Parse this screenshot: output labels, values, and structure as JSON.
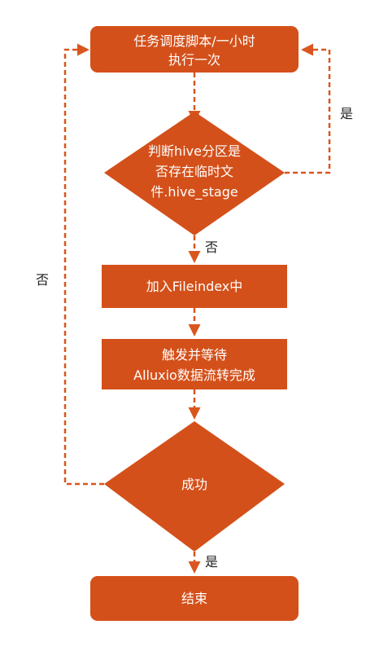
{
  "colors": {
    "node_fill": "#d4501a",
    "edge": "#d9561f",
    "node_text": "#ffffff",
    "label_text": "#222222"
  },
  "nodes": {
    "task": {
      "lines": [
        "任务调度脚本/一小时",
        "执行一次"
      ]
    },
    "check": {
      "lines": [
        "判断hive分区是",
        "否存在临时文",
        "件.hive_stage"
      ]
    },
    "add": {
      "lines": [
        "加入Fileindex中"
      ]
    },
    "wait": {
      "lines": [
        "触发并等待",
        "Alluxio数据流转完成"
      ]
    },
    "success": {
      "lines": [
        "成功"
      ]
    },
    "end": {
      "lines": [
        "结束"
      ]
    }
  },
  "labels": {
    "check_yes": "是",
    "check_no": "否",
    "success_no": "否",
    "success_yes": "是"
  }
}
